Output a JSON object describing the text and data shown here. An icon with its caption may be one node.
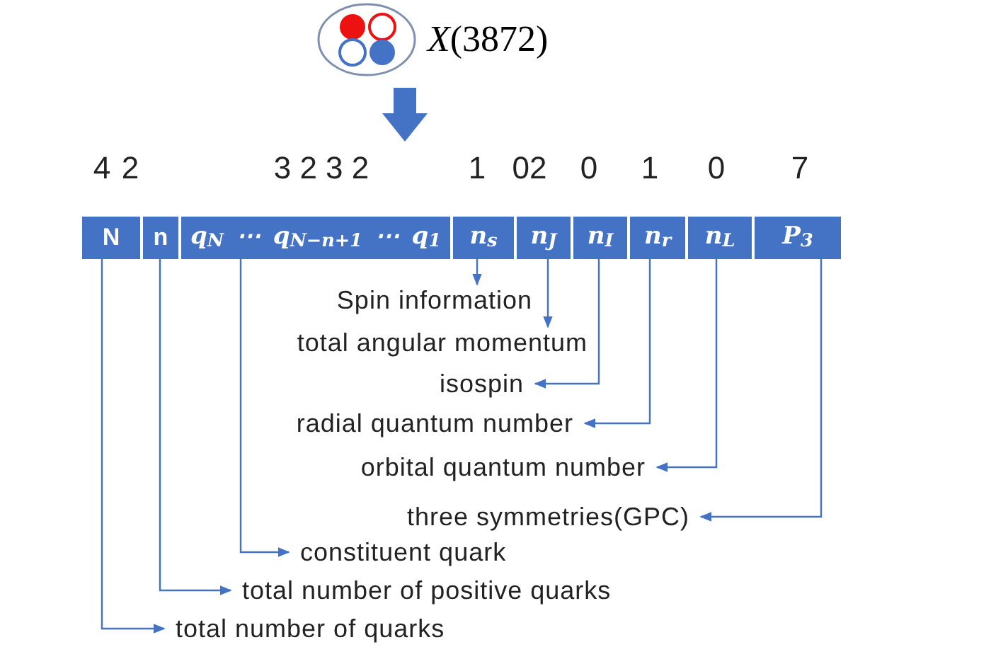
{
  "diagram": {
    "nodes": [
      {
        "text": [
          "*X*(3872)"
        ]
      },
      {
        "text": [
          "N"
        ],
        "beside": [
          "4"
        ]
      },
      {
        "text": [
          "n"
        ],
        "beside": [
          "2"
        ]
      },
      {
        "text": [
          "q$_{N}$ ⋯ q$_{N−n+1}$ ⋯ q$_{1}$"
        ],
        "beside": [
          "3 2 3 2"
        ]
      },
      {
        "text": [
          "n$_{s}$"
        ],
        "beside": [
          "1"
        ]
      },
      {
        "text": [
          "n$_{J}$"
        ],
        "beside": [
          "02"
        ]
      },
      {
        "text": [
          "n$_{I}$"
        ],
        "beside": [
          "0"
        ]
      },
      {
        "text": [
          "n$_{r}$"
        ],
        "beside": [
          "1"
        ]
      },
      {
        "text": [
          "n$_{L}$"
        ],
        "beside": [
          "0"
        ]
      },
      {
        "text": [
          "P$_{3}$"
        ],
        "beside": [
          "7"
        ]
      },
      {
        "text": [
          "Spin information"
        ]
      },
      {
        "text": [
          "total angular momentum"
        ]
      },
      {
        "text": [
          "isospin"
        ]
      },
      {
        "text": [
          "radial quantum number"
        ]
      },
      {
        "text": [
          "orbital quantum number"
        ]
      },
      {
        "text": [
          "three symmetries(GPC)"
        ]
      },
      {
        "text": [
          "constituent quark"
        ]
      },
      {
        "text": [
          "total number of positive quarks"
        ]
      },
      {
        "text": [
          "total number of quarks"
        ]
      }
    ],
    "edges": [
      {
        "from": 0,
        "to": null,
        "arrow": "to",
        "style": "thick"
      },
      {
        "from": 4,
        "to": 10,
        "arrow": "to"
      },
      {
        "from": 5,
        "to": 11,
        "arrow": "to"
      },
      {
        "from": 6,
        "to": 12,
        "arrow": "to"
      },
      {
        "from": 7,
        "to": 13,
        "arrow": "to"
      },
      {
        "from": 8,
        "to": 14,
        "arrow": "to"
      },
      {
        "from": 9,
        "to": 15,
        "arrow": "to"
      },
      {
        "from": 3,
        "to": 16,
        "arrow": "to"
      },
      {
        "from": 2,
        "to": 17,
        "arrow": "to"
      },
      {
        "from": 1,
        "to": 18,
        "arrow": "to"
      }
    ]
  }
}
